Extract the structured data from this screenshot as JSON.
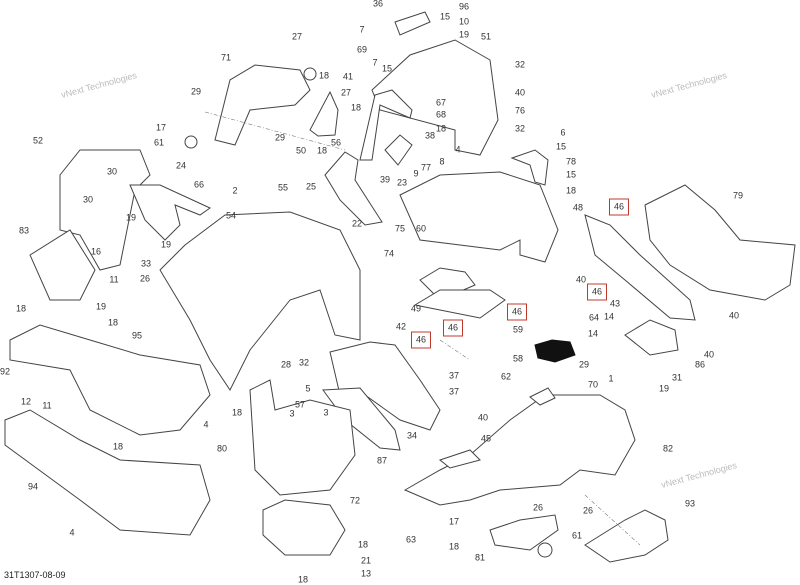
{
  "diagram": {
    "drawing_code": "31T1307-08-09",
    "highlight_color": "#c0392b",
    "watermark": "vNext Technologies",
    "callouts": [
      "36",
      "96",
      "7",
      "15",
      "10",
      "19",
      "69",
      "51",
      "27",
      "71",
      "18",
      "41",
      "7",
      "15",
      "27",
      "18",
      "29",
      "17",
      "61",
      "29",
      "50",
      "18",
      "56",
      "39",
      "52",
      "30",
      "24",
      "66",
      "2",
      "30",
      "55",
      "25",
      "19",
      "54",
      "19",
      "22",
      "75",
      "83",
      "16",
      "33",
      "74",
      "11",
      "26",
      "67",
      "68",
      "18",
      "38",
      "4",
      "8",
      "77",
      "9",
      "23",
      "60",
      "32",
      "40",
      "76",
      "32",
      "6",
      "15",
      "78",
      "15",
      "18",
      "48",
      "79",
      "40",
      "43",
      "49",
      "40",
      "14",
      "64",
      "14",
      "40",
      "86",
      "59",
      "58",
      "29",
      "62",
      "31",
      "70",
      "1",
      "19",
      "37",
      "37",
      "40",
      "34",
      "45",
      "82",
      "93",
      "26",
      "26",
      "17",
      "18",
      "61",
      "63",
      "81",
      "18",
      "19",
      "18",
      "95",
      "92",
      "12",
      "11",
      "4",
      "18",
      "94",
      "4",
      "28",
      "32",
      "5",
      "57",
      "3",
      "3",
      "18",
      "80",
      "87",
      "72",
      "18",
      "21",
      "13",
      "18",
      "42"
    ],
    "highlighted_callouts": [
      "46",
      "46",
      "46",
      "46",
      "46"
    ]
  }
}
